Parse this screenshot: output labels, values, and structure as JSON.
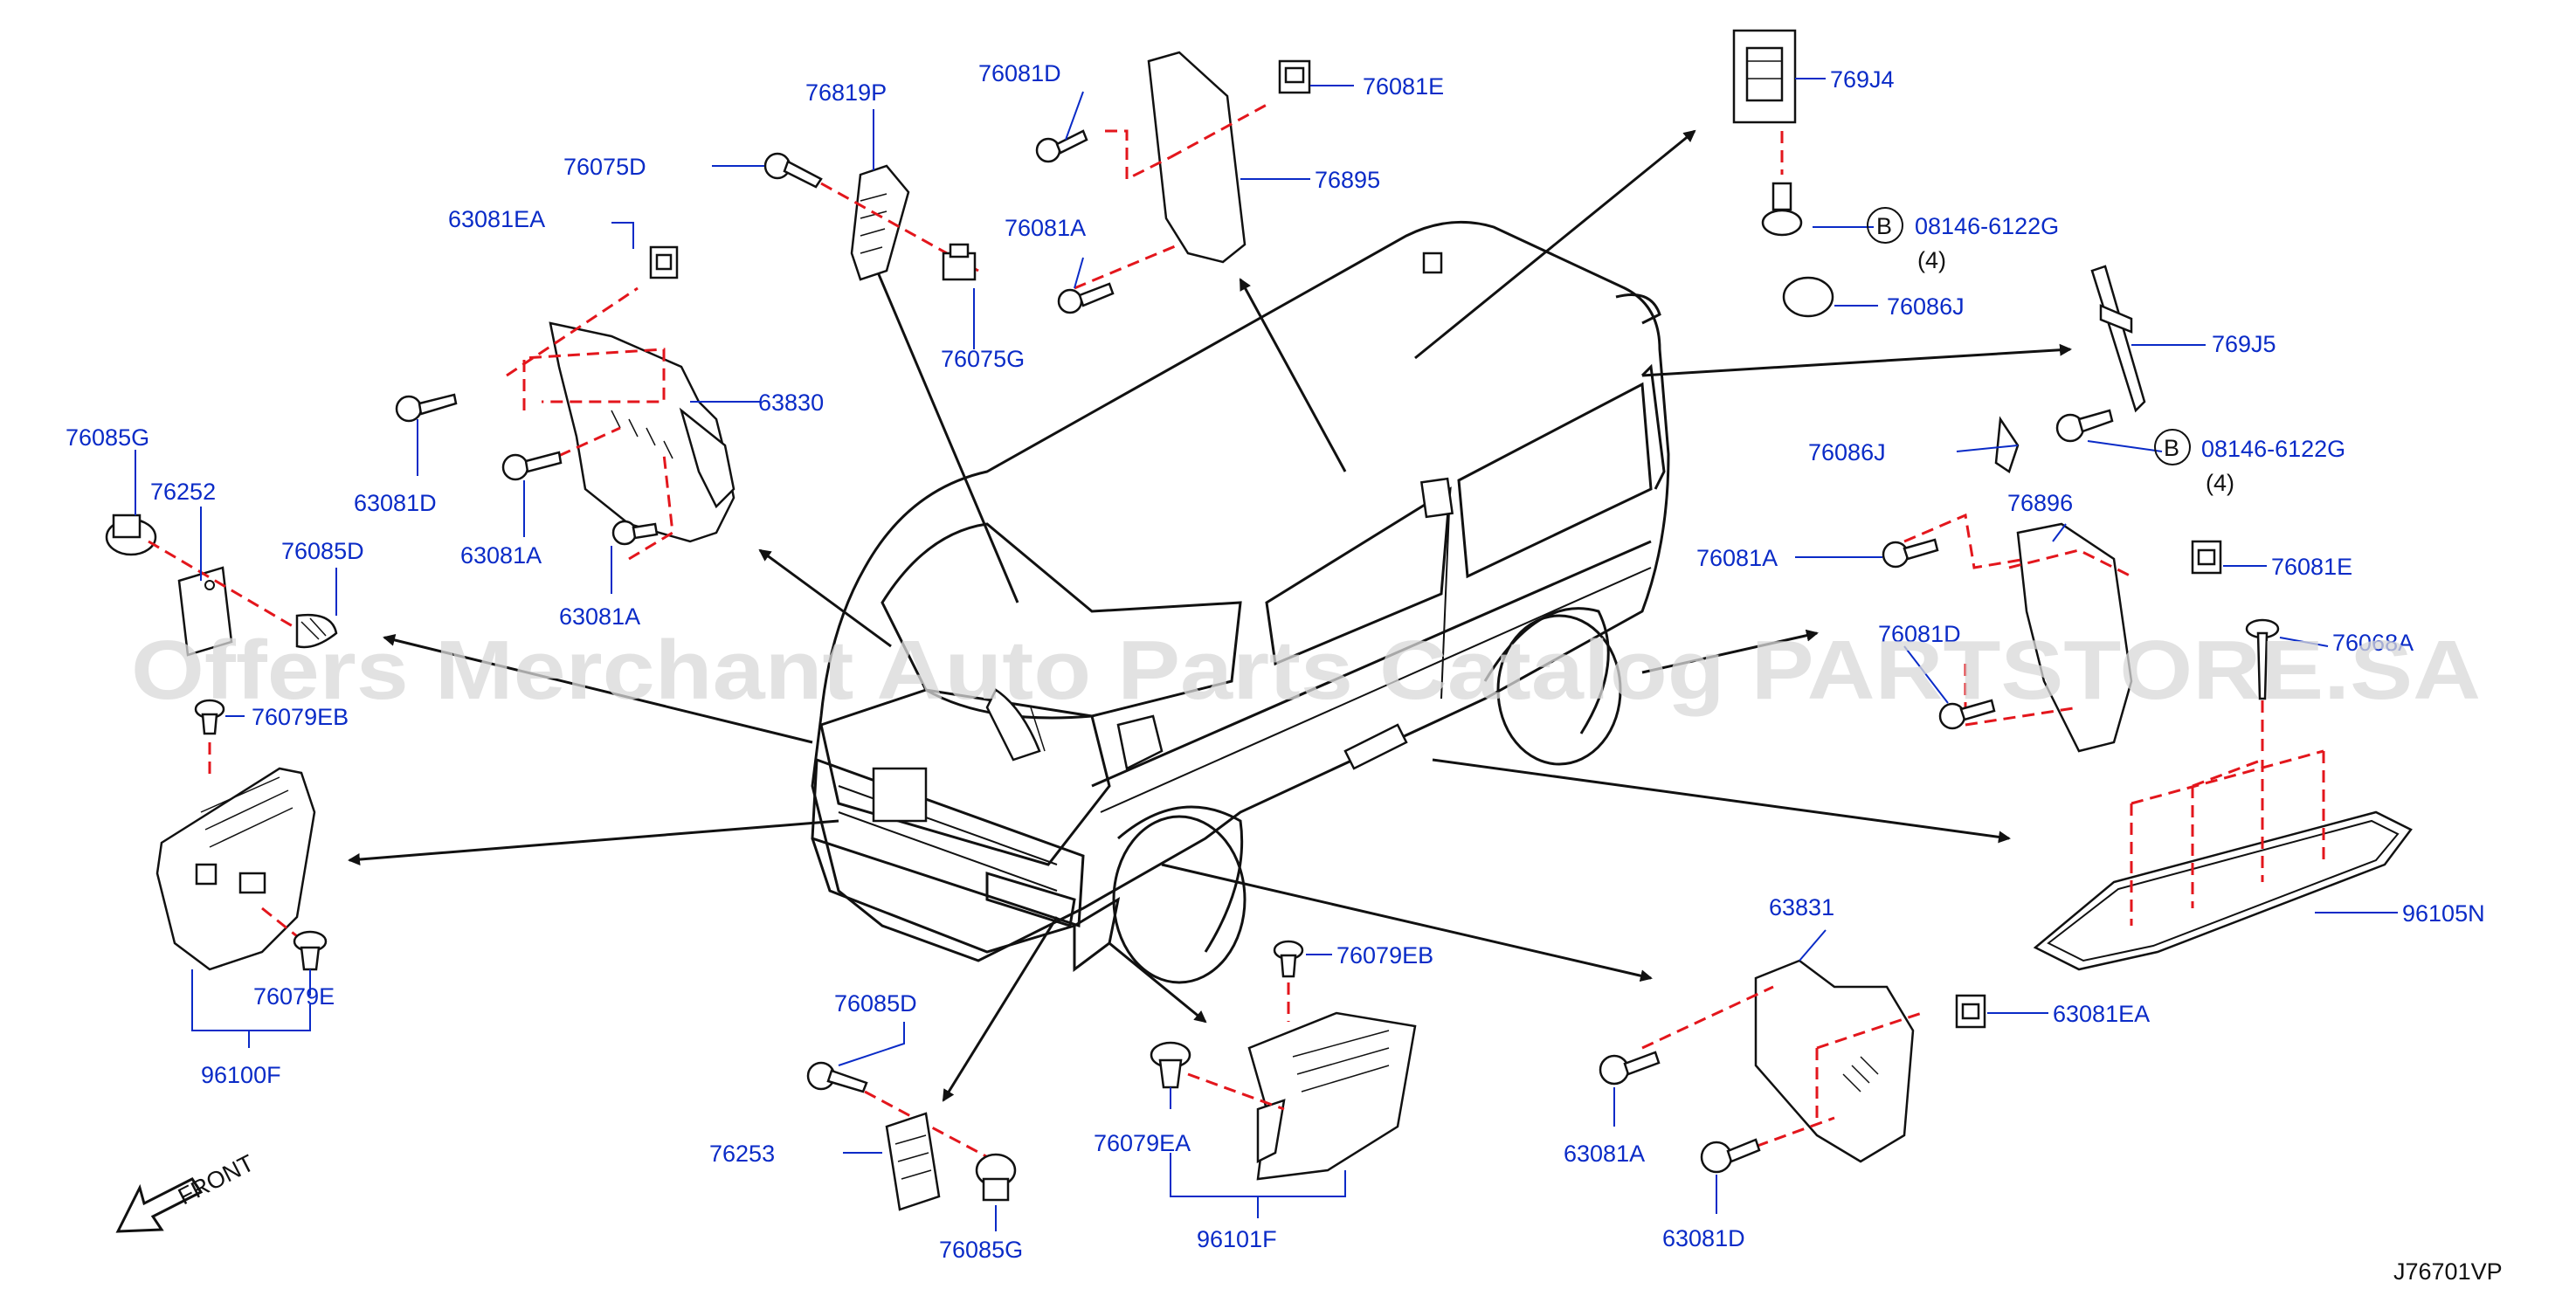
{
  "watermark": "Offers Merchant Auto Parts Catalog PARTSTORE.SA",
  "diagram_code": "J76701VP",
  "front_label": "FRONT",
  "callouts": {
    "p76819P": "76819P",
    "p76075D": "76075D",
    "p63081EA_top": "63081EA",
    "p76075G": "76075G",
    "p63830": "63830",
    "p63081D_top": "63081D",
    "p63081A_top": "63081A",
    "p63081A_mid": "63081A",
    "p76081D_top": "76081D",
    "p76081E_top": "76081E",
    "p76895": "76895",
    "p76081A_top": "76081A",
    "p769J4": "769J4",
    "p08146_top": "08146-6122G",
    "qty_top": "(4)",
    "p76086J_top": "76086J",
    "p769J5": "769J5",
    "p76086J_right": "76086J",
    "p08146_right": "08146-6122G",
    "qty_right": "(4)",
    "p76896": "76896",
    "p76081A_right": "76081A",
    "p76081E_right": "76081E",
    "p76081D_right": "76081D",
    "p76068A": "76068A",
    "p96105N": "96105N",
    "p76085G_left": "76085G",
    "p76252": "76252",
    "p76085D_left": "76085D",
    "p76079EB_left": "76079EB",
    "p76079E": "76079E",
    "p96100F": "96100F",
    "p76085D_bottom": "76085D",
    "p76253": "76253",
    "p76085G_bottom": "76085G",
    "p76079EB_bottom": "76079EB",
    "p76079EA": "76079EA",
    "p96101F": "96101F",
    "p63831": "63831",
    "p63081EA_right": "63081EA",
    "p63081A_right": "63081A",
    "p63081D_right": "63081D",
    "b_mark_1": "B",
    "b_mark_2": "B"
  }
}
